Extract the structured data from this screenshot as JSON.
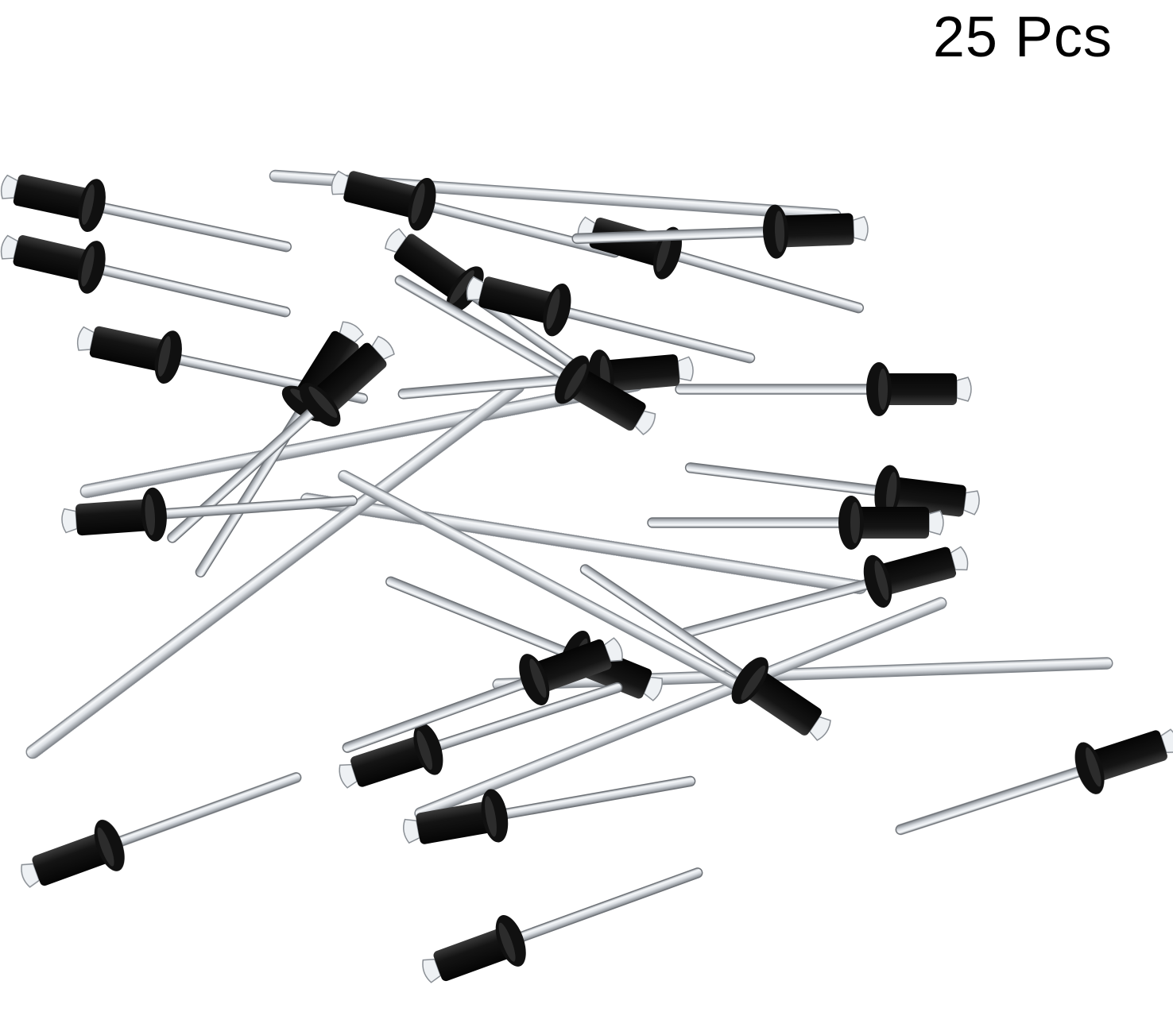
{
  "product_image": {
    "quantity_label": "25 Pcs",
    "subject": "blind-rivet",
    "rivet_count": 25,
    "colors": {
      "background": "#ffffff",
      "rivet_body": "#121212",
      "mandrel": "#e6eaee",
      "mandrel_edge": "#6f7378",
      "label_text": "#000000"
    }
  }
}
